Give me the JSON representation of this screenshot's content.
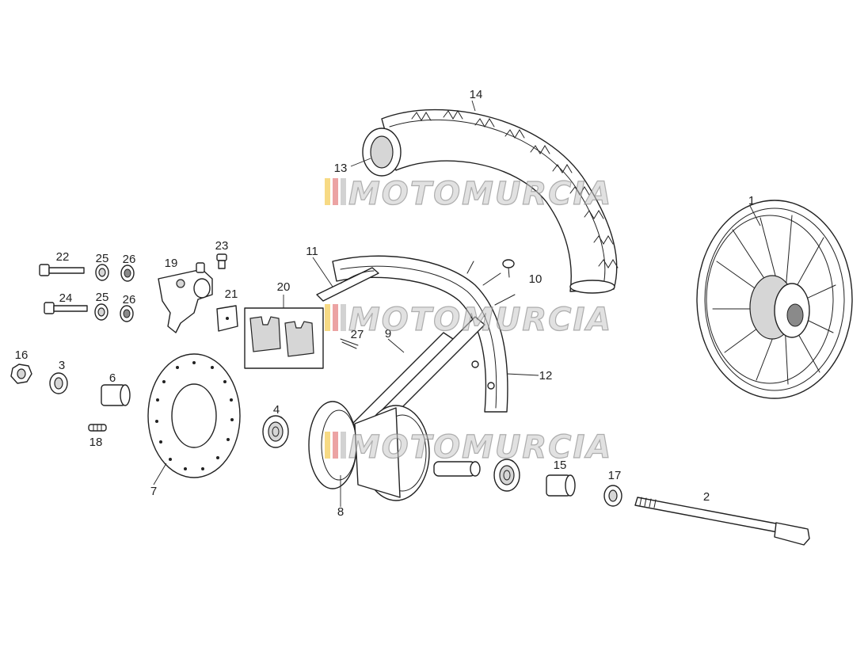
{
  "watermark": {
    "text": "MOTOMURCIA",
    "stripe_colors": [
      "#f1c232",
      "#e06666",
      "#b4b4b4"
    ]
  },
  "callouts": {
    "c1": "1",
    "c2": "2",
    "c3": "3",
    "c4": "4",
    "c6": "6",
    "c7": "7",
    "c8": "8",
    "c9": "9",
    "c10": "10",
    "c11": "11",
    "c12": "12",
    "c13": "13",
    "c14": "14",
    "c15": "15",
    "c16": "16",
    "c17": "17",
    "c18": "18",
    "c19": "19",
    "c20": "20",
    "c21": "21",
    "c22": "22",
    "c23": "23",
    "c24": "24",
    "c25a": "25",
    "c25b": "25",
    "c26a": "26",
    "c26b": "26",
    "c27": "27"
  }
}
